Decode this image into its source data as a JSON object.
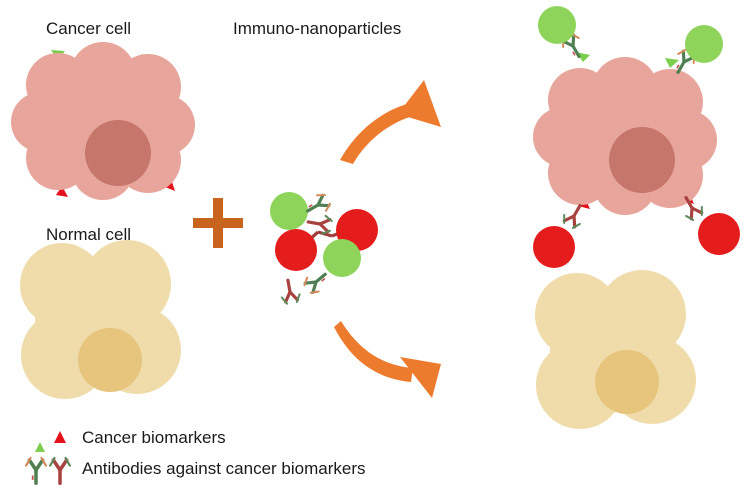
{
  "labels": {
    "cancer_cell": "Cancer cell",
    "immuno_nanoparticles": "Immuno-nanoparticles",
    "normal_cell": "Normal cell"
  },
  "legend": {
    "biomarkers": "Cancer biomarkers",
    "antibodies": "Antibodies against cancer biomarkers"
  },
  "colors": {
    "cancer_cell": "#e8a59b",
    "cancer_nucleus": "#c56f64",
    "normal_cell": "#f0dba8",
    "normal_nucleus": "#e6c47a",
    "green_marker": "#7ccf4e",
    "red_marker": "#e4101a",
    "green_particle": "#8ed45a",
    "red_particle": "#e51c1c",
    "arrow": "#ec7b2e",
    "plus": "#c9641e",
    "antibody_green": "#3f7a4a",
    "antibody_red": "#a83b3b"
  }
}
